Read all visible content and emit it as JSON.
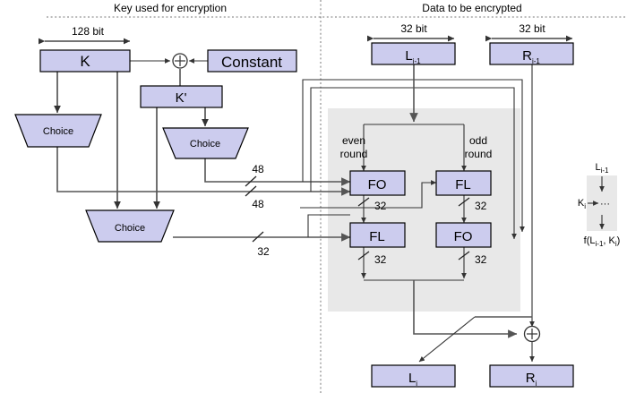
{
  "headers": {
    "left": "Key used for encryption",
    "right": "Data to be encrypted"
  },
  "dimensions": {
    "key_width": "128 bit",
    "left_half": "32 bit",
    "right_half": "32 bit"
  },
  "key_section": {
    "k_box": "K",
    "constant_box": "Constant",
    "k_prime_box": "K'",
    "choice_left": "Choice",
    "choice_mid": "Choice",
    "choice_bottom": "Choice",
    "xor_symbol": "+"
  },
  "buswidths": {
    "fo_upper": "48",
    "fo_lower": "48",
    "fl_in": "32",
    "fo1_out": "32",
    "fl1_out": "32",
    "fl2_out": "32",
    "fo2_out": "32"
  },
  "data_section": {
    "l_in": "L",
    "l_in_sub": "i-1",
    "r_in": "R",
    "r_in_sub": "i-1",
    "l_out": "L",
    "l_out_sub": "i",
    "r_out": "R",
    "r_out_sub": "i",
    "even_round_line1": "even",
    "even_round_line2": "round",
    "odd_round_line1": "odd",
    "odd_round_line2": "round",
    "fo1": "FO",
    "fl1": "FL",
    "fl2": "FL",
    "fo2": "FO",
    "xor_symbol": "+"
  },
  "legend": {
    "input": "L",
    "input_sub": "i-1",
    "key": "K",
    "key_sub": "i",
    "ellipsis": "···",
    "output_prefix": "f(L",
    "output_sub1": "i-1",
    "output_mid": ", K",
    "output_sub2": "i",
    "output_suffix": ")"
  },
  "colors": {
    "box_fill": "#ccccee",
    "box_stroke": "#000000",
    "gray_zone": "#e8e8e8",
    "wire": "#555555",
    "background": "#ffffff"
  }
}
